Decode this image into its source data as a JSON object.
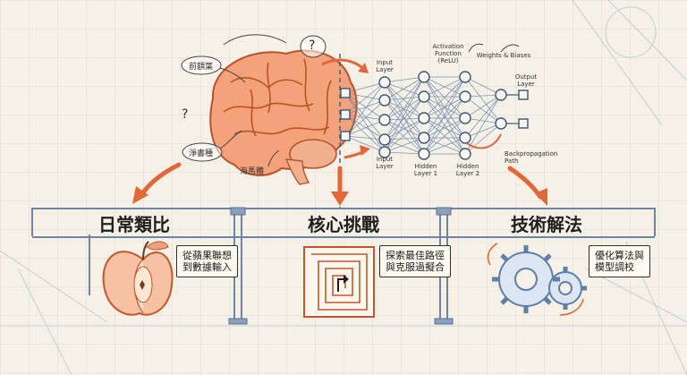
{
  "brain_labels": {
    "frontal": "前額葉",
    "cerebral": "淨書種",
    "hippocampus": "海馬體",
    "question_1": "?",
    "question_2": "?"
  },
  "network": {
    "input_layer_top": "Input\nLayer",
    "input_layer_bottom": "Input\nLayer",
    "activation": "Activation\nFunction\n(ReLU)",
    "weights": "Weights & Biases",
    "output_layer": "Output\nLayer",
    "hidden_1": "Hidden\nLayer 1",
    "hidden_2": "Hidden\nLayer 2",
    "backprop": "Backpropagation\nPath"
  },
  "sections": [
    {
      "title": "日常類比",
      "note": "從蘋果聯想\n到數據輸入"
    },
    {
      "title": "核心挑戰",
      "note": "探索最佳路徑\n與克服過擬合"
    },
    {
      "title": "技術解法",
      "note": "優化算法與\n模型調校"
    }
  ],
  "colors": {
    "accent_orange": "#e0683a",
    "sketch_blue": "#5f7ea8",
    "ink": "#2b2b2b",
    "paper": "#f6f1e6"
  }
}
